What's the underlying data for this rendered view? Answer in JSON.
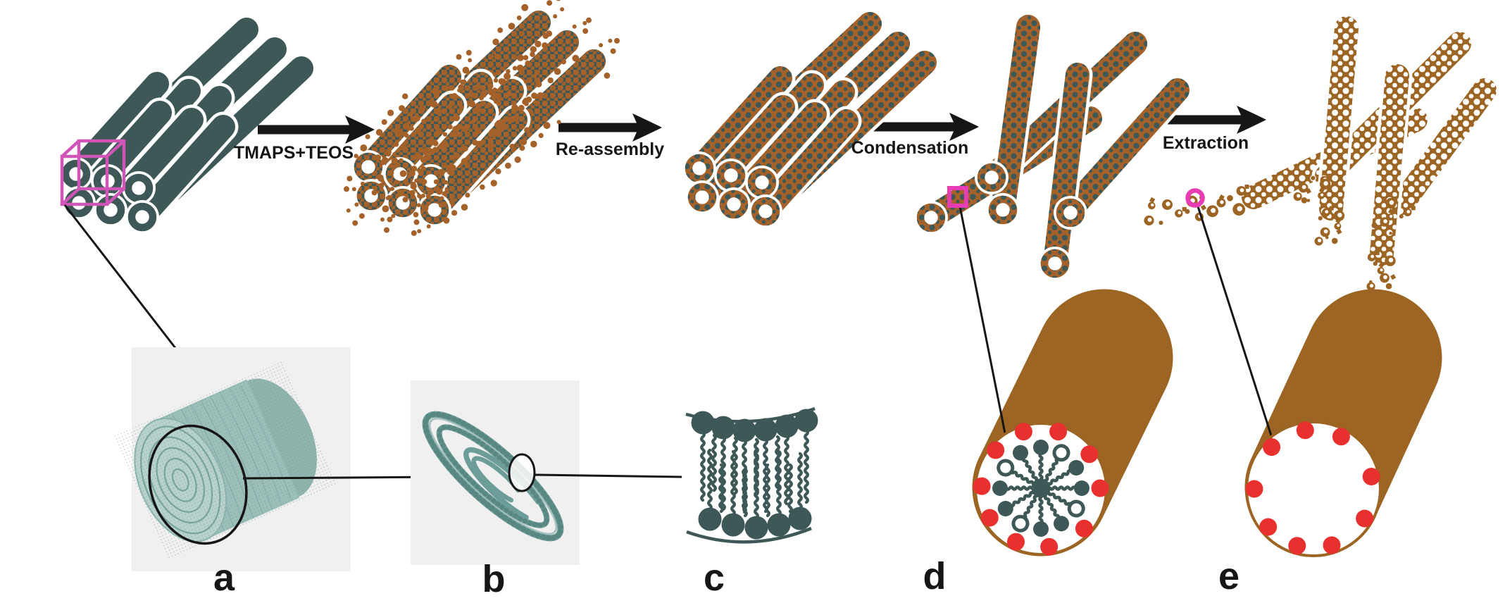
{
  "figure": {
    "steps": [
      {
        "label": "TMAPS+TEOS"
      },
      {
        "label": "Re-assembly"
      },
      {
        "label": "Condensation"
      },
      {
        "label": "Extraction"
      }
    ],
    "panels": [
      {
        "label": "a"
      },
      {
        "label": "b"
      },
      {
        "label": "c"
      },
      {
        "label": "d"
      },
      {
        "label": "e"
      }
    ],
    "colors": {
      "lipid_teal": "#3d5856",
      "silica_brown": "#9c6524",
      "dot_brown": "#a4622a",
      "red_marker": "#e8302e",
      "highlight_magenta": "#e83cb4",
      "cube_pink": "#cf55b7",
      "panel_bg_gray": "#f0f0f0",
      "roll_body_teal": "#9cbfba",
      "roll_face_teal": "#b7d2cd",
      "spiral_teal": "#6d9d98"
    }
  }
}
